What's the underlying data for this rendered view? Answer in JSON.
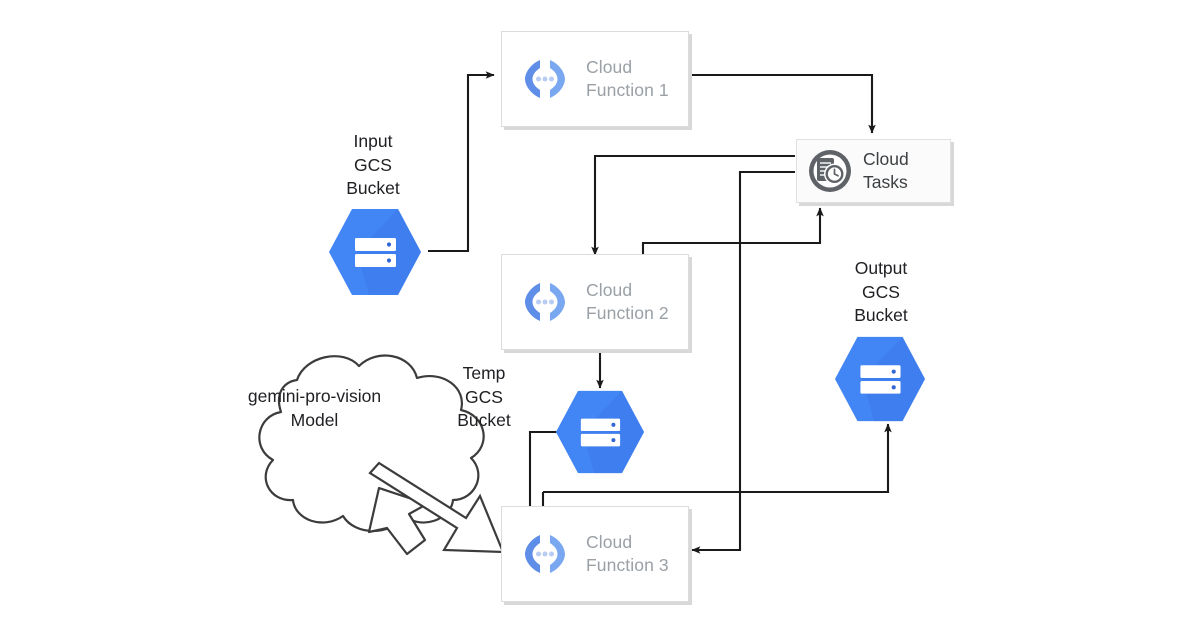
{
  "diagram": {
    "title": "GCP Cloud Functions pipeline architecture",
    "background": "#ffffff",
    "colors": {
      "bucket_blue": "#4285f4",
      "bucket_blue_dark": "#3367d6",
      "function_blue": "#669df6",
      "tasks_gray": "#5f6368",
      "wire": "#1a1a1a",
      "box_border": "#dadce0",
      "box_shadow": "#d8d8d8",
      "muted_label": "#9aa0a6",
      "text": "#202124"
    },
    "nodes": [
      {
        "id": "input-bucket",
        "type": "gcs-bucket",
        "caption": "Input\nGCS\nBucket",
        "icon": "gcs-bucket-icon"
      },
      {
        "id": "cloud-function-1",
        "type": "cloud-function",
        "label": "Cloud\nFunction 1",
        "icon": "cloud-function-icon"
      },
      {
        "id": "cloud-tasks",
        "type": "cloud-tasks",
        "label": "Cloud\nTasks",
        "icon": "cloud-tasks-icon"
      },
      {
        "id": "cloud-function-2",
        "type": "cloud-function",
        "label": "Cloud\nFunction 2",
        "icon": "cloud-function-icon"
      },
      {
        "id": "temp-bucket",
        "type": "gcs-bucket",
        "caption": "Temp\nGCS\nBucket",
        "icon": "gcs-bucket-icon"
      },
      {
        "id": "output-bucket",
        "type": "gcs-bucket",
        "caption": "Output\nGCS\nBucket",
        "icon": "gcs-bucket-icon"
      },
      {
        "id": "cloud-function-3",
        "type": "cloud-function",
        "label": "Cloud\nFunction 3",
        "icon": "cloud-function-icon"
      },
      {
        "id": "model-cloud",
        "type": "cloud-shape",
        "label": "gemini-pro-vision\nModel",
        "icon": "cloud-shape-icon"
      }
    ],
    "edges": [
      {
        "id": "edge-input-to-cf1",
        "from": "input-bucket",
        "to": "cloud-function-1",
        "style": "orthogonal-arrow"
      },
      {
        "id": "edge-cf1-to-tasks",
        "from": "cloud-function-1",
        "to": "cloud-tasks",
        "style": "orthogonal-arrow"
      },
      {
        "id": "edge-tasks-to-cf2",
        "from": "cloud-tasks",
        "to": "cloud-function-2",
        "style": "orthogonal-arrow"
      },
      {
        "id": "edge-cf2-to-tasks",
        "from": "cloud-function-2",
        "to": "cloud-tasks",
        "style": "orthogonal-arrow"
      },
      {
        "id": "edge-cf2-to-temp",
        "from": "cloud-function-2",
        "to": "temp-bucket",
        "style": "straight-arrow"
      },
      {
        "id": "edge-temp-to-cf3",
        "from": "temp-bucket",
        "to": "cloud-function-3",
        "style": "orthogonal-arrow"
      },
      {
        "id": "edge-tasks-to-cf3",
        "from": "cloud-tasks",
        "to": "cloud-function-3",
        "style": "orthogonal-arrow"
      },
      {
        "id": "edge-cf3-to-output",
        "from": "cloud-function-3",
        "to": "output-bucket",
        "style": "orthogonal-arrow"
      },
      {
        "id": "edge-model-to-cf3",
        "from": "model-cloud",
        "to": "cloud-function-3",
        "style": "block-arrow"
      }
    ]
  }
}
